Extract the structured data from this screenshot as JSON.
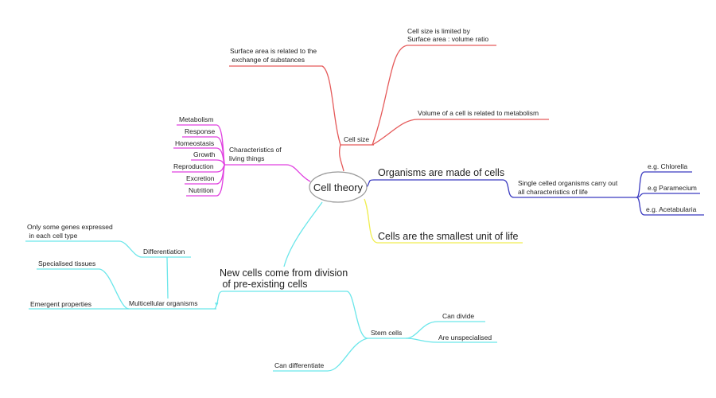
{
  "central": "Cell theory",
  "cell_size": {
    "label": "Cell size",
    "children": [
      [
        "Surface area is related to the",
        " exchange of substances"
      ],
      [
        "Cell size is limited by",
        "Surface area : volume ratio"
      ],
      [
        "Volume of a cell is related to metabolism"
      ]
    ]
  },
  "characteristics": {
    "label": [
      "Characteristics of",
      "living things"
    ],
    "items": [
      "Metabolism",
      "Response",
      "Homeostasis",
      "Growth",
      "Reproduction",
      "Excretion",
      "Nutrition"
    ]
  },
  "organisms": {
    "label": "Organisms are made of cells",
    "single": [
      "Single celled organisms carry out",
      "all characteristics of life"
    ],
    "examples": [
      "e.g. Chlorella",
      "e.g Paramecium",
      "e.g. Acetabularia"
    ]
  },
  "smallest": "Cells are the smallest unit of life",
  "new_cells": {
    "label": [
      "New cells come from division",
      " of pre-existing cells"
    ],
    "multicellular": "Multicellular organisms",
    "collapse_glyph": "▾",
    "differentiation": "Differentiation",
    "genes": [
      "Only some genes expressed",
      " in each cell type"
    ],
    "tissues": "Specialised tissues",
    "emergent": "Emergent properties",
    "stem": "Stem cells",
    "stem_children": [
      "Can divide",
      "Are unspecialised",
      "Can differentiate"
    ]
  },
  "colors": {
    "cell_size": "#e55a5a",
    "characteristics": "#e040e0",
    "organisms": "#3a3ac0",
    "smallest": "#f0ee50",
    "new_cells": "#6ae6ea"
  }
}
